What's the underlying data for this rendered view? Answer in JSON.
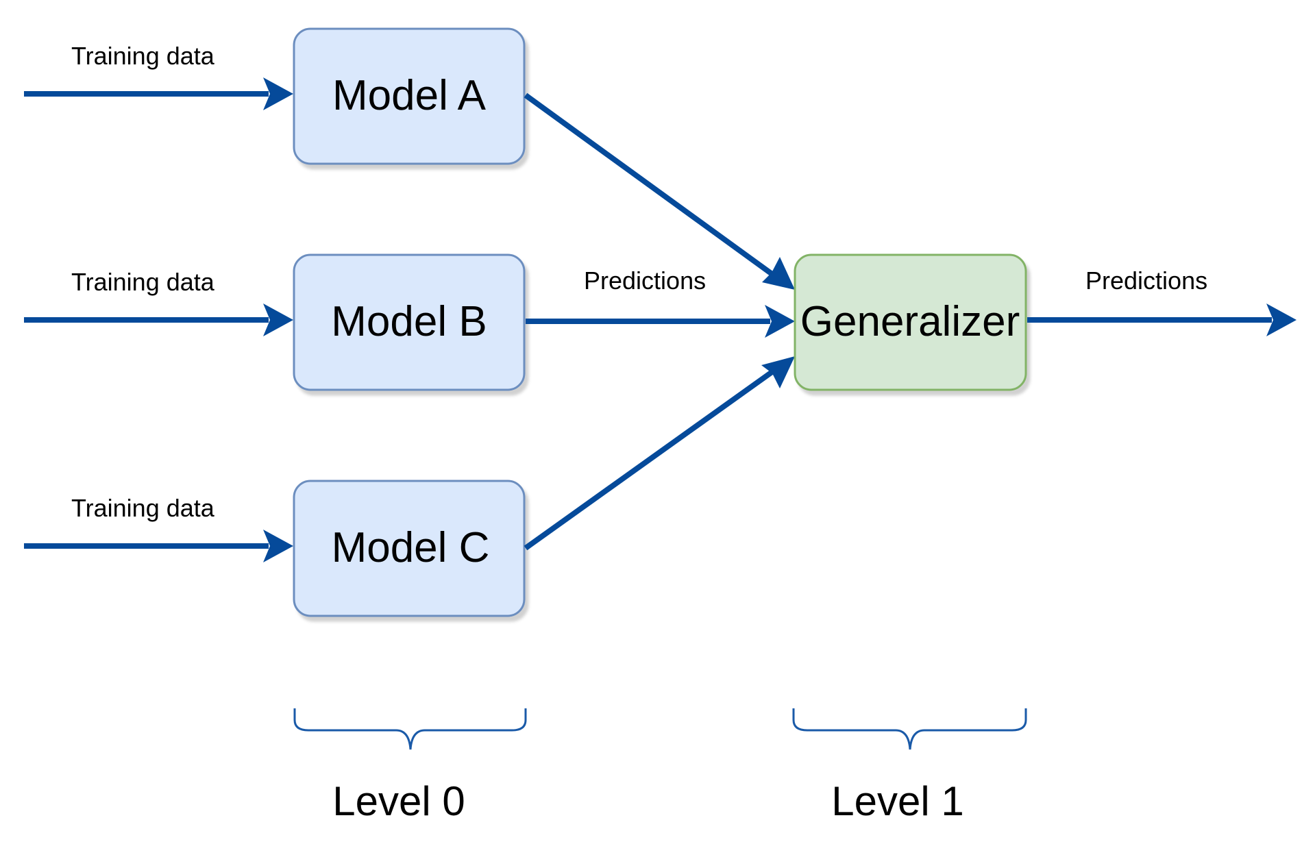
{
  "inputs": [
    {
      "label": "Training data"
    },
    {
      "label": "Training data"
    },
    {
      "label": "Training data"
    }
  ],
  "level0_models": [
    {
      "label": "Model A"
    },
    {
      "label": "Model B"
    },
    {
      "label": "Model C"
    }
  ],
  "generalizer": {
    "label": "Generalizer"
  },
  "edges": {
    "models_to_generalizer_label": "Predictions",
    "output_label": "Predictions"
  },
  "levels": [
    {
      "label": "Level 0"
    },
    {
      "label": "Level 1"
    }
  ],
  "colors": {
    "arrow": "#054a9a",
    "model_fill": "#dae8fc",
    "model_stroke": "#6c8ebf",
    "generalizer_fill": "#d5e8d4",
    "generalizer_stroke": "#82b366",
    "brace": "#1a5aa8"
  }
}
